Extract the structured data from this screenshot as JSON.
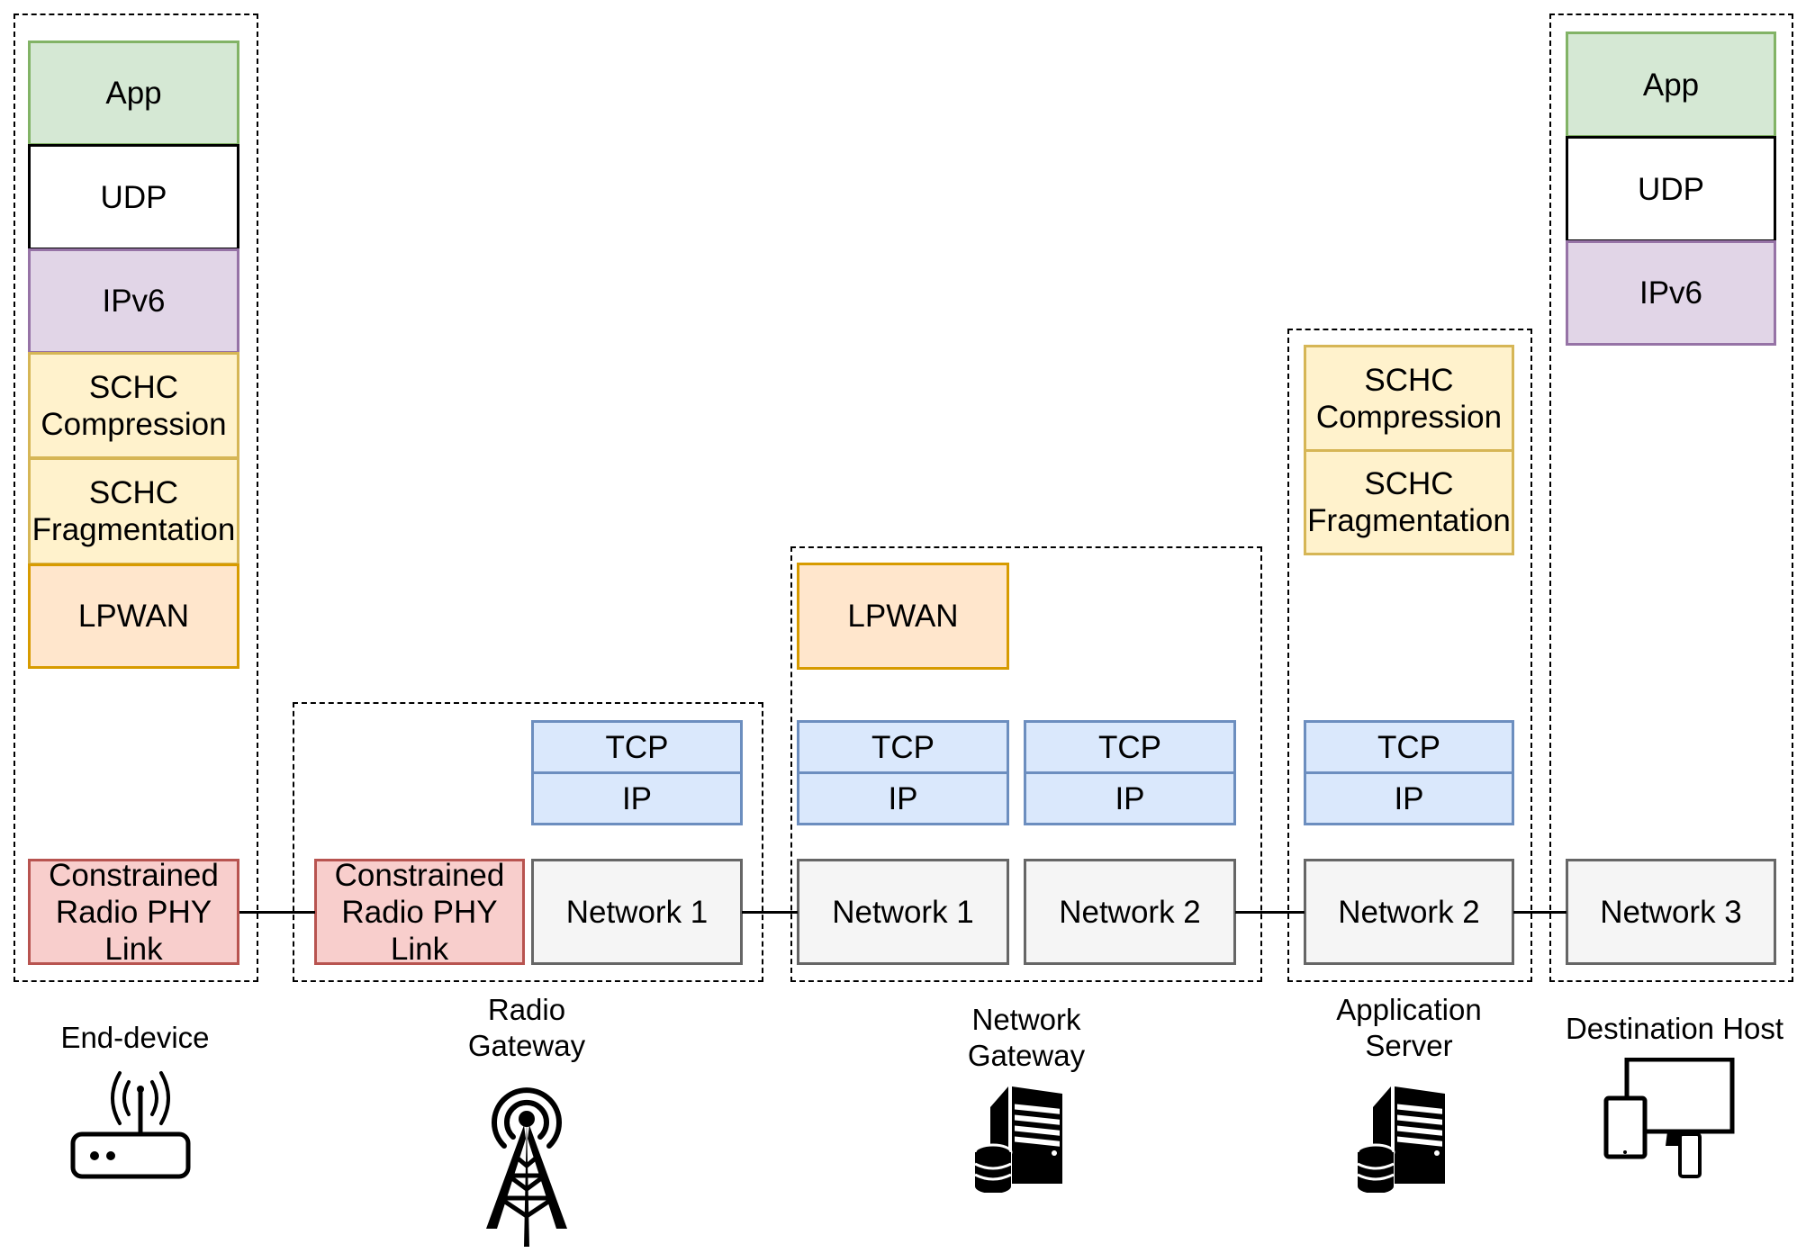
{
  "diagram": {
    "nodes": {
      "end_device": {
        "label": "End-device",
        "icon": "router-icon",
        "stack": [
          "App",
          "UDP",
          "IPv6",
          "SCHC Compression",
          "SCHC Fragmentation",
          "LPWAN"
        ],
        "link_layer": "Constrained Radio PHY Link"
      },
      "radio_gateway": {
        "label": "Radio Gateway",
        "icon": "radio-tower-icon",
        "link_layer_left": "Constrained Radio PHY Link",
        "tcp": "TCP",
        "ip": "IP",
        "network_right": "Network 1"
      },
      "network_gateway": {
        "label": "Network Gateway",
        "icon": "server-icon",
        "lpwan": "LPWAN",
        "left": {
          "tcp": "TCP",
          "ip": "IP",
          "network": "Network 1"
        },
        "right": {
          "tcp": "TCP",
          "ip": "IP",
          "network": "Network 2"
        }
      },
      "application_server": {
        "label": "Application Server",
        "icon": "server-icon",
        "schc_compression": "SCHC Compression",
        "schc_fragmentation": "SCHC Fragmentation",
        "tcp": "TCP",
        "ip": "IP",
        "network": "Network 2"
      },
      "destination_host": {
        "label": "Destination Host",
        "icon": "devices-icon",
        "stack": [
          "App",
          "UDP",
          "IPv6"
        ],
        "network": "Network 3"
      }
    },
    "colors": {
      "app": "#d5e8d4",
      "udp": "#ffffff",
      "ipv6": "#e1d5e7",
      "schc": "#fff2cc",
      "lpwan": "#ffe6cc",
      "phy": "#f8cecc",
      "tcp_ip": "#dae8fc",
      "network": "#f5f5f5"
    }
  }
}
